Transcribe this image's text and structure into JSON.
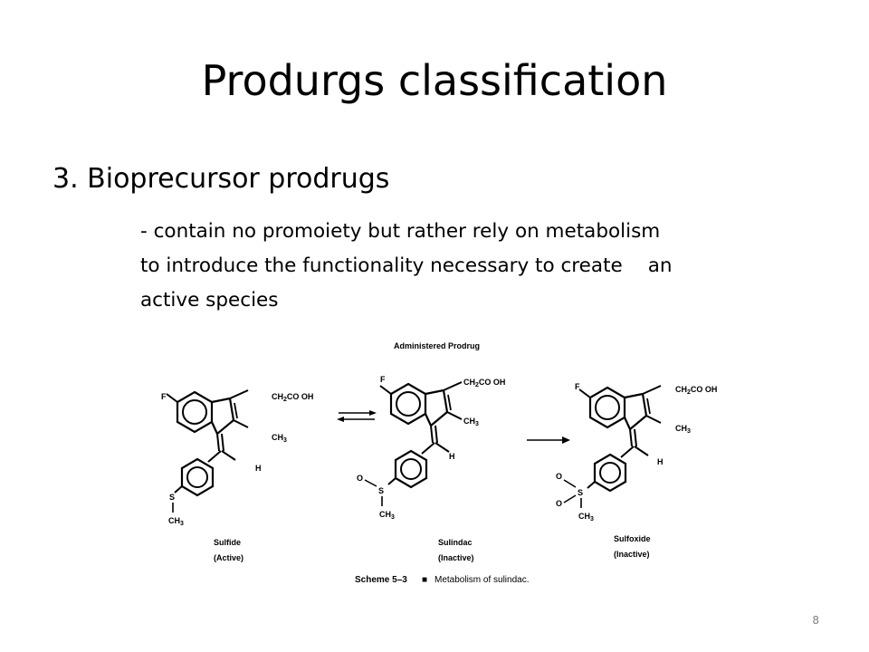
{
  "slide": {
    "title": "Produrgs classification",
    "heading": "3. Bioprecursor prodrugs",
    "bullet_line1": "- contain no promoiety but rather rely on metabolism",
    "bullet_line2a": "to introduce the functionality necessary to create",
    "bullet_line2b": "an",
    "bullet_line3": "active species",
    "page_number": "8"
  },
  "scheme": {
    "administered_label": "Administered Prodrug",
    "caption_label": "Scheme 5–3",
    "caption_bullet": "■",
    "caption_text": "Metabolism of sulindac.",
    "compounds": [
      {
        "name": "Sulfide",
        "status": "(Active)"
      },
      {
        "name": "Sulindac",
        "status": "(Inactive)"
      },
      {
        "name": "Sulfoxide",
        "status": "(Inactive)"
      }
    ],
    "atoms": {
      "F": "F",
      "CH": "CH",
      "two": "2",
      "three": "3",
      "COOH": "CO OH",
      "H": "H",
      "S": "S",
      "O": "O"
    }
  }
}
